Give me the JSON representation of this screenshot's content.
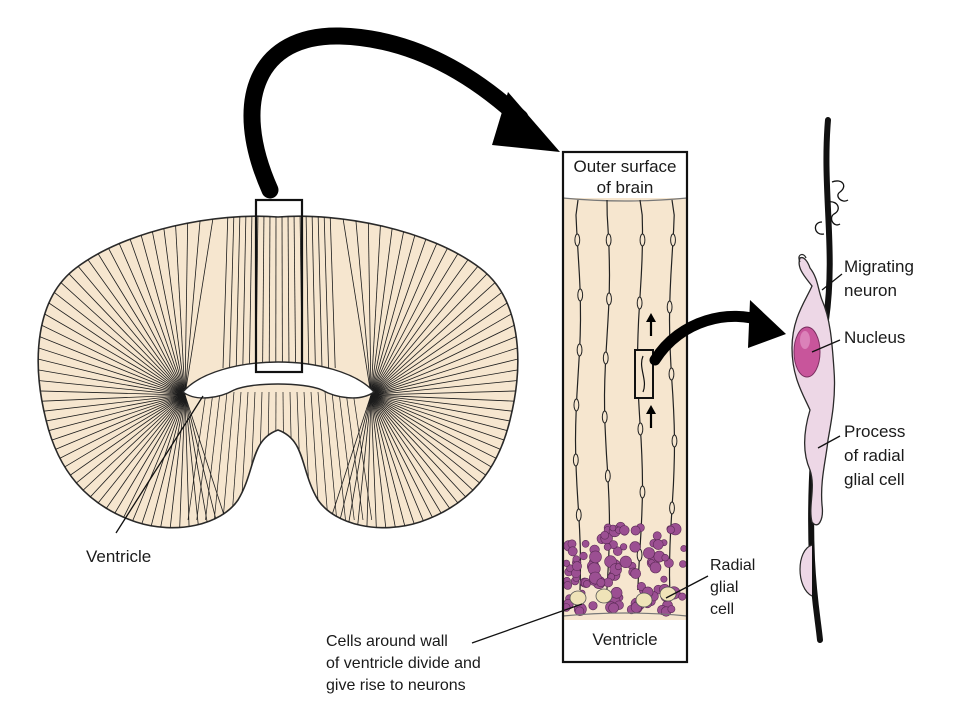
{
  "labels": {
    "ventricle_left": "Ventricle",
    "outer_surface_line1": "Outer surface",
    "outer_surface_line2": "of brain",
    "ventricle_column": "Ventricle",
    "radial_glial_line1": "Radial",
    "radial_glial_line2": "glial",
    "radial_glial_line3": "cell",
    "cells_line1": "Cells around wall",
    "cells_line2": "of ventricle divide and",
    "cells_line3": "give rise to neurons",
    "migrating_line1": "Migrating",
    "migrating_line2": "neuron",
    "nucleus": "Nucleus",
    "process_line1": "Process",
    "process_line2": "of radial",
    "process_line3": "glial cell"
  },
  "colors": {
    "tissue": "#f6e6cf",
    "fiber": "#1c1c1c",
    "cell_purple": "#9b4f92",
    "cell_light": "#efe3b8",
    "neuron_pink": "#edd7e6",
    "nucleus_magenta": "#c8559b",
    "arrow": "#000000"
  },
  "icons": {
    "big_arrow": "curved-arrow-icon",
    "small_arrow": "curved-arrow-icon",
    "migration_arrow": "up-arrow-icon"
  }
}
